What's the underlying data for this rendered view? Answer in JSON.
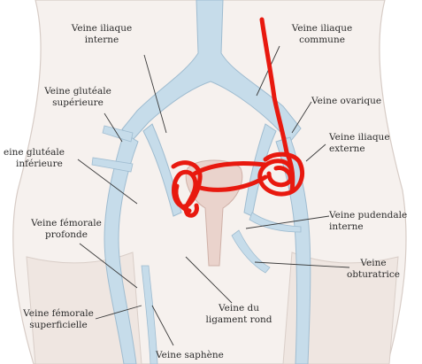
{
  "labels": {
    "iliaque_interne": [
      "Veine iliaque",
      "interne"
    ],
    "iliaque_commune": [
      "Veine iliaque",
      "commune"
    ],
    "glut_sup": [
      "Veine glutéale",
      "supérieure"
    ],
    "ovarique": "Veine ovarique",
    "glut_inf": [
      "eine glutéale",
      "inférieure"
    ],
    "iliaque_externe": [
      "Veine iliaque",
      "externe"
    ],
    "pudendale": [
      "Veine pudendale",
      "interne"
    ],
    "fem_prof": [
      "Veine fémorale",
      "profonde"
    ],
    "obturatrice": [
      "Veine",
      "obturatrice"
    ],
    "fem_sup": [
      "Veine fémorale",
      "superficielle"
    ],
    "lig_rond": [
      "Veine du",
      "ligament rond"
    ],
    "saphene": "Veine saphène"
  },
  "colors": {
    "vein": "#c6dcea",
    "vein_dark": "#9fbcd0",
    "skin": "#f3ece8",
    "uterus": "#ead3cc",
    "annotation": "#e8190f",
    "leader": "#3a3a3a"
  }
}
